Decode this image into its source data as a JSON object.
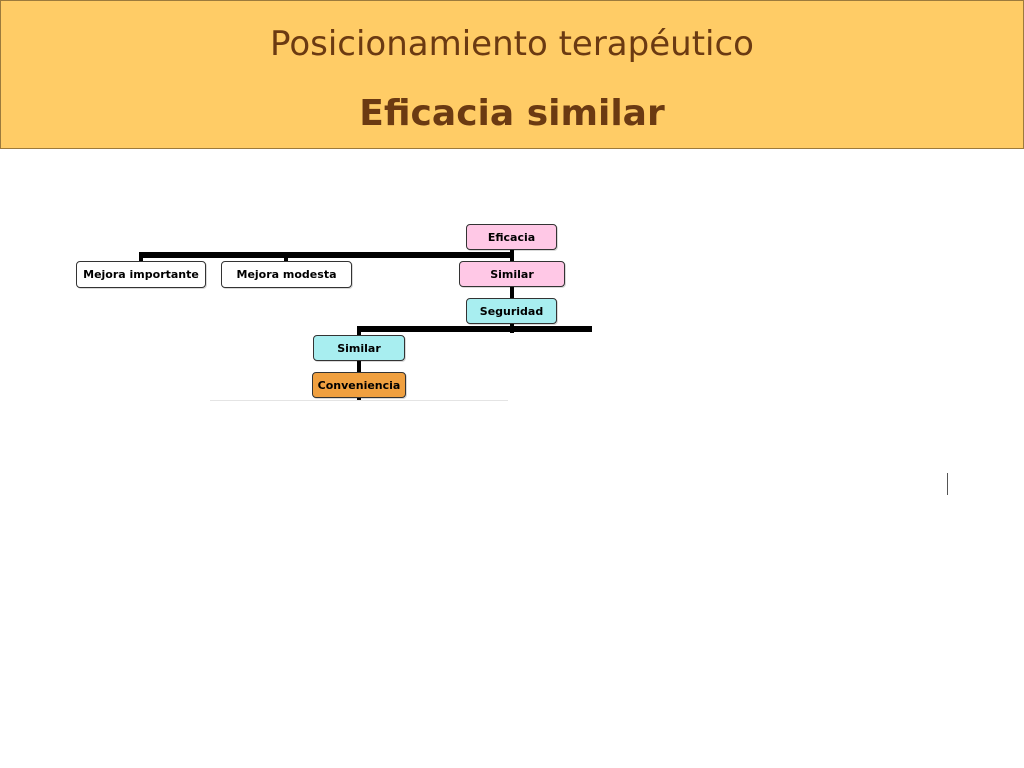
{
  "header": {
    "title": "Posicionamiento terapéutico",
    "subtitle": "Eficacia similar"
  },
  "diagram": {
    "root": "Eficacia",
    "efficacy_options": [
      "Mejora importante",
      "Mejora modesta",
      "Similar"
    ],
    "safety_label": "Seguridad",
    "safety_option": "Similar",
    "convenience_label": "Conveniencia"
  },
  "colors": {
    "header_bg": "#ffcc66",
    "header_text": "#6b3a12",
    "efficacy_nodes": "#ffc8e6",
    "safety_nodes": "#a8eef0",
    "convenience_node": "#f0a040"
  }
}
